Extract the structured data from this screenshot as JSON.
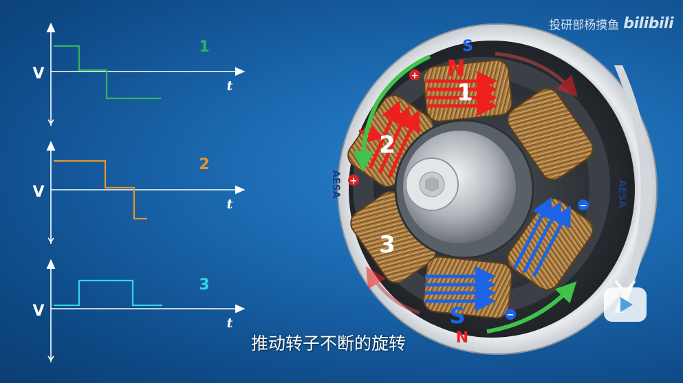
{
  "watermark": {
    "text": "投研部杨摸鱼",
    "logo": "bilibili"
  },
  "subtitle": "推动转子不断的旋转",
  "graphs": [
    {
      "label": "1",
      "y_label": "V",
      "x_label": "t",
      "color": "#34b35a"
    },
    {
      "label": "2",
      "y_label": "V",
      "x_label": "t",
      "color": "#e2962e"
    },
    {
      "label": "3",
      "y_label": "V",
      "x_label": "t",
      "color": "#33d6e6"
    }
  ],
  "motor": {
    "coil_labels": [
      "1",
      "2",
      "3"
    ],
    "pole_labels": {
      "n_top": "N",
      "s_bottom": "S",
      "n_bottom": "N",
      "s_top": "S"
    },
    "symbols": {
      "plus": "+",
      "minus": "−"
    },
    "casing_logo": "AESA",
    "colors": {
      "coil": "#b7894a",
      "red_arrow": "#ee1f1f",
      "blue_arrow": "#1c63e6",
      "green_arrow": "#3fc34a",
      "housing": "#e8eaec"
    }
  },
  "icons": {
    "player": "tv-play-icon"
  }
}
